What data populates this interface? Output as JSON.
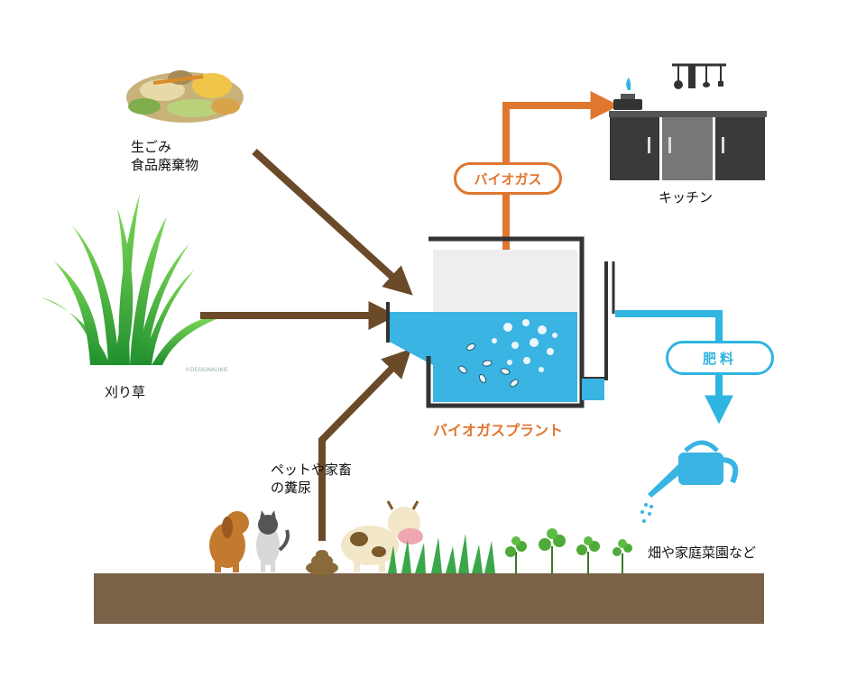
{
  "labels": {
    "food_waste_line1": "生ごみ",
    "food_waste_line2": "食品廃棄物",
    "grass": "刈り草",
    "manure_line1": "ペットや家畜",
    "manure_line2": "の糞尿",
    "plant": "バイオガスプラント",
    "kitchen": "キッチン",
    "farm": "畑や家庭菜園など",
    "biogas": "バイオガス",
    "fertilizer": "肥料"
  },
  "watermark": "©DESIGNALIKIE",
  "colors": {
    "input_arrow": "#6b4a2a",
    "biogas_flow": "#e0772f",
    "fertilizer_flow": "#2fb5e0",
    "ground": "#7a6248",
    "water": "#39b4e3",
    "tank_frame": "#333333",
    "kitchen_cabinet": "#3a3a3a"
  }
}
